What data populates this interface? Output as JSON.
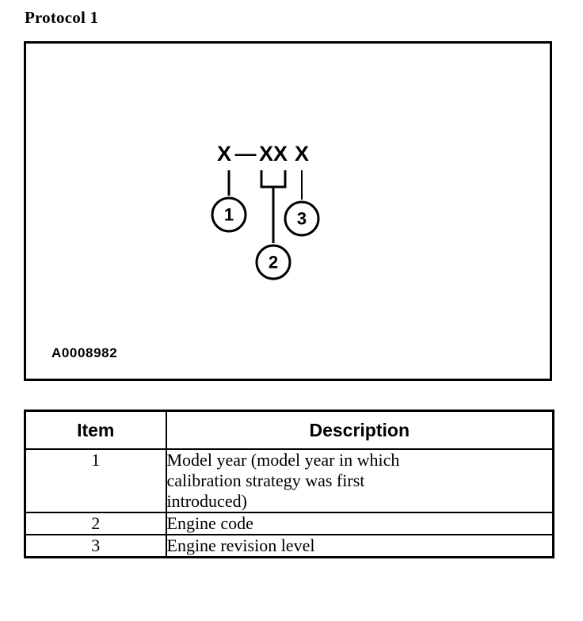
{
  "page": {
    "title": "Protocol 1"
  },
  "figure": {
    "id_label": "A0008982",
    "code_pattern": {
      "part1": "X",
      "dash": "—",
      "part2": "XX",
      "part3": "X",
      "full": "X—XX X"
    },
    "callouts": [
      {
        "number": "1",
        "target": "part1"
      },
      {
        "number": "2",
        "target": "part2"
      },
      {
        "number": "3",
        "target": "part3"
      }
    ],
    "colors": {
      "stroke": "#000000",
      "background": "#ffffff"
    }
  },
  "legend": {
    "headers": {
      "item": "Item",
      "description": "Description"
    },
    "rows": [
      {
        "item": "1",
        "description": "Model year (model year in which calibration strategy was first introduced)",
        "lines": [
          "Model  year  (model  year  in  which",
          "calibration  strategy  was  first",
          "introduced)"
        ]
      },
      {
        "item": "2",
        "description": "Engine code",
        "lines": [
          "Engine code"
        ]
      },
      {
        "item": "3",
        "description": "Engine revision level",
        "lines": [
          "Engine revision level"
        ]
      }
    ]
  }
}
